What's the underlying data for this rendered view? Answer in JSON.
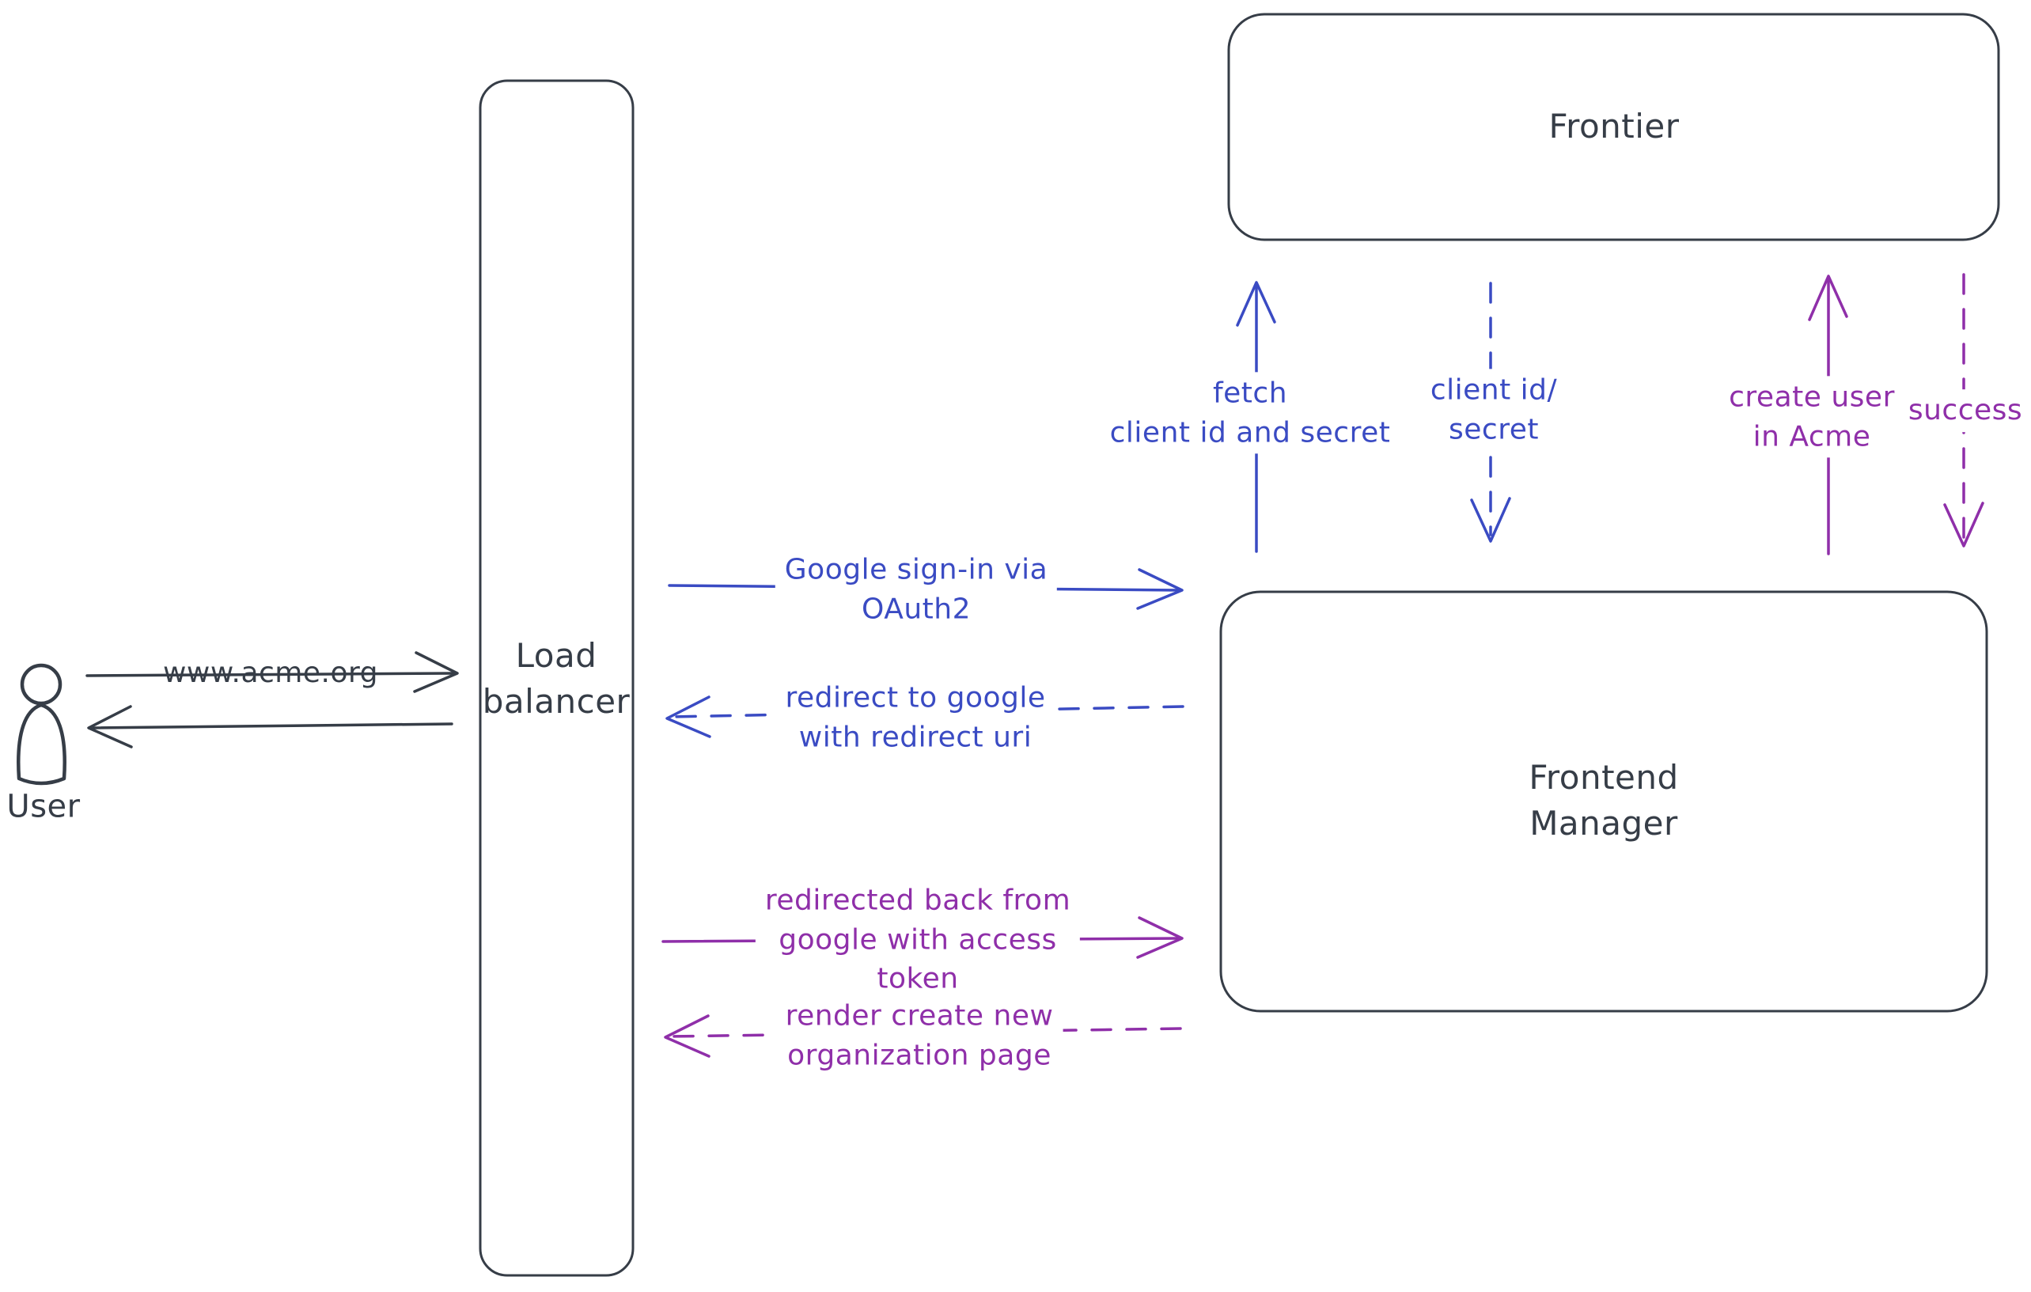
{
  "diagram": {
    "type": "architecture-flow-sketch",
    "colors": {
      "ink": "#363d47",
      "blue": "#3a4bc3",
      "purple": "#8f2fa9",
      "hatch": "#cfd7e2",
      "background": "#ffffff"
    },
    "nodes": {
      "user": {
        "label": "User",
        "shape": "person-icon"
      },
      "load_balancer": {
        "label": "Load\nbalancer",
        "shape": "rounded-rect"
      },
      "frontier": {
        "label": "Frontier",
        "shape": "rounded-rect"
      },
      "frontend_manager": {
        "label": "Frontend\nManager",
        "shape": "rounded-rect"
      }
    },
    "edges": {
      "user_to_lb": {
        "label": "www.acme.org",
        "from": "user",
        "to": "load_balancer",
        "style": "solid",
        "color": "ink",
        "direction": "right"
      },
      "lb_to_user": {
        "label": "",
        "from": "load_balancer",
        "to": "user",
        "style": "solid",
        "color": "ink",
        "direction": "left"
      },
      "lb_to_fm_signin": {
        "label": "Google sign-in via\nOAuth2",
        "from": "load_balancer",
        "to": "frontend_manager",
        "style": "solid",
        "color": "blue",
        "direction": "right"
      },
      "fm_to_lb_redirect": {
        "label": "redirect to google\nwith redirect uri",
        "from": "frontend_manager",
        "to": "load_balancer",
        "style": "dashed",
        "color": "blue",
        "direction": "left"
      },
      "fm_to_frontier_fetch": {
        "label": "fetch\nclient id and secret",
        "from": "frontend_manager",
        "to": "frontier",
        "style": "solid",
        "color": "blue",
        "direction": "up"
      },
      "frontier_to_fm_secret": {
        "label": "client id/\nsecret",
        "from": "frontier",
        "to": "frontend_manager",
        "style": "dashed",
        "color": "blue",
        "direction": "down"
      },
      "lb_to_fm_token": {
        "label": "redirected back from\ngoogle with access\ntoken",
        "from": "load_balancer",
        "to": "frontend_manager",
        "style": "solid",
        "color": "purple",
        "direction": "right"
      },
      "fm_to_lb_render": {
        "label": "render create new\norganization page",
        "from": "frontend_manager",
        "to": "load_balancer",
        "style": "dashed",
        "color": "purple",
        "direction": "left"
      },
      "fm_to_frontier_create": {
        "label": "create user\nin Acme",
        "from": "frontend_manager",
        "to": "frontier",
        "style": "solid",
        "color": "purple",
        "direction": "up"
      },
      "frontier_to_fm_success": {
        "label": "success",
        "from": "frontier",
        "to": "frontend_manager",
        "style": "dashed",
        "color": "purple",
        "direction": "down"
      }
    }
  }
}
